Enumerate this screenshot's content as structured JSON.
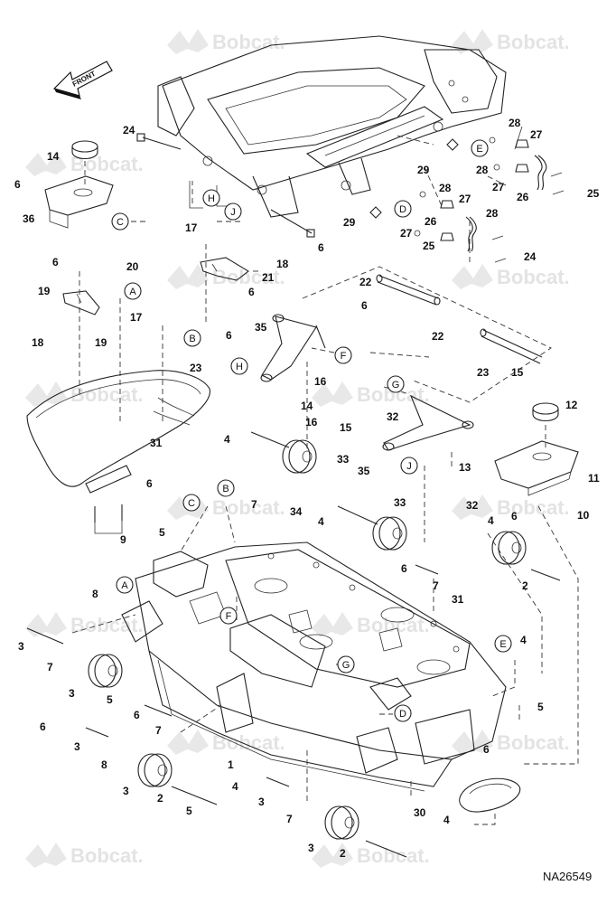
{
  "figure": {
    "reference_code": "NA26549",
    "direction_label": "FRONT",
    "watermark_text": "Bobcat."
  },
  "callouts": [
    {
      "id": "c24a",
      "text": "24"
    },
    {
      "id": "c14a",
      "text": "14"
    },
    {
      "id": "c6a",
      "text": "6"
    },
    {
      "id": "c36",
      "text": "36"
    },
    {
      "id": "c29a",
      "text": "29"
    },
    {
      "id": "c28a",
      "text": "28"
    },
    {
      "id": "c27a",
      "text": "27"
    },
    {
      "id": "c28b",
      "text": "28"
    },
    {
      "id": "c27b",
      "text": "27"
    },
    {
      "id": "c26a",
      "text": "26"
    },
    {
      "id": "c25a",
      "text": "25"
    },
    {
      "id": "c29b",
      "text": "29"
    },
    {
      "id": "c28c",
      "text": "28"
    },
    {
      "id": "c27c",
      "text": "27"
    },
    {
      "id": "c26b",
      "text": "26"
    },
    {
      "id": "c28d",
      "text": "28"
    },
    {
      "id": "c27d",
      "text": "27"
    },
    {
      "id": "c25b",
      "text": "25"
    },
    {
      "id": "c24b",
      "text": "24"
    },
    {
      "id": "c6b",
      "text": "6"
    },
    {
      "id": "c17a",
      "text": "17"
    },
    {
      "id": "c18a",
      "text": "18"
    },
    {
      "id": "c21",
      "text": "21"
    },
    {
      "id": "c6c",
      "text": "6"
    },
    {
      "id": "c6d",
      "text": "6"
    },
    {
      "id": "c20",
      "text": "20"
    },
    {
      "id": "c19a",
      "text": "19"
    },
    {
      "id": "c17b",
      "text": "17"
    },
    {
      "id": "c18b",
      "text": "18"
    },
    {
      "id": "c19b",
      "text": "19"
    },
    {
      "id": "c6e",
      "text": "6"
    },
    {
      "id": "c23a",
      "text": "23"
    },
    {
      "id": "c22a",
      "text": "22"
    },
    {
      "id": "c6f",
      "text": "6"
    },
    {
      "id": "c22b",
      "text": "22"
    },
    {
      "id": "c23b",
      "text": "23"
    },
    {
      "id": "c15a",
      "text": "15"
    },
    {
      "id": "c35a",
      "text": "35"
    },
    {
      "id": "c16a",
      "text": "16"
    },
    {
      "id": "c14b",
      "text": "14"
    },
    {
      "id": "c12",
      "text": "12"
    },
    {
      "id": "c31a",
      "text": "31"
    },
    {
      "id": "c4a",
      "text": "4"
    },
    {
      "id": "c16b",
      "text": "16"
    },
    {
      "id": "c15b",
      "text": "15"
    },
    {
      "id": "c32a",
      "text": "32"
    },
    {
      "id": "c33a",
      "text": "33"
    },
    {
      "id": "c35b",
      "text": "35"
    },
    {
      "id": "c13",
      "text": "13"
    },
    {
      "id": "c11",
      "text": "11"
    },
    {
      "id": "c6g",
      "text": "6"
    },
    {
      "id": "c10",
      "text": "10"
    },
    {
      "id": "c9",
      "text": "9"
    },
    {
      "id": "c7a",
      "text": "7"
    },
    {
      "id": "c34",
      "text": "34"
    },
    {
      "id": "c4b",
      "text": "4"
    },
    {
      "id": "c33b",
      "text": "33"
    },
    {
      "id": "c32b",
      "text": "32"
    },
    {
      "id": "c4c",
      "text": "4"
    },
    {
      "id": "c6h",
      "text": "6"
    },
    {
      "id": "c5a",
      "text": "5"
    },
    {
      "id": "c6i",
      "text": "6"
    },
    {
      "id": "c7b",
      "text": "7"
    },
    {
      "id": "c8a",
      "text": "8"
    },
    {
      "id": "c31b",
      "text": "31"
    },
    {
      "id": "c2a",
      "text": "2"
    },
    {
      "id": "c3a",
      "text": "3"
    },
    {
      "id": "c7c",
      "text": "7"
    },
    {
      "id": "c4d",
      "text": "4"
    },
    {
      "id": "c3b",
      "text": "3"
    },
    {
      "id": "c5b",
      "text": "5"
    },
    {
      "id": "c6j",
      "text": "6"
    },
    {
      "id": "c6k",
      "text": "6"
    },
    {
      "id": "c7d",
      "text": "7"
    },
    {
      "id": "c5c",
      "text": "5"
    },
    {
      "id": "c3c",
      "text": "3"
    },
    {
      "id": "c8b",
      "text": "8"
    },
    {
      "id": "c1",
      "text": "1"
    },
    {
      "id": "c6l",
      "text": "6"
    },
    {
      "id": "c4e",
      "text": "4"
    },
    {
      "id": "c3d",
      "text": "3"
    },
    {
      "id": "c2b",
      "text": "2"
    },
    {
      "id": "c5d",
      "text": "5"
    },
    {
      "id": "c3e",
      "text": "3"
    },
    {
      "id": "c7e",
      "text": "7"
    },
    {
      "id": "c30",
      "text": "30"
    },
    {
      "id": "c4f",
      "text": "4"
    },
    {
      "id": "c3f",
      "text": "3"
    },
    {
      "id": "c2c",
      "text": "2"
    }
  ],
  "connectors": [
    {
      "id": "kA1",
      "text": "A"
    },
    {
      "id": "kA2",
      "text": "A"
    },
    {
      "id": "kB1",
      "text": "B"
    },
    {
      "id": "kB2",
      "text": "B"
    },
    {
      "id": "kC1",
      "text": "C"
    },
    {
      "id": "kC2",
      "text": "C"
    },
    {
      "id": "kD1",
      "text": "D"
    },
    {
      "id": "kD2",
      "text": "D"
    },
    {
      "id": "kE1",
      "text": "E"
    },
    {
      "id": "kE2",
      "text": "E"
    },
    {
      "id": "kF1",
      "text": "F"
    },
    {
      "id": "kF2",
      "text": "F"
    },
    {
      "id": "kG1",
      "text": "G"
    },
    {
      "id": "kG2",
      "text": "G"
    },
    {
      "id": "kH1",
      "text": "H"
    },
    {
      "id": "kH2",
      "text": "H"
    },
    {
      "id": "kJ1",
      "text": "J"
    },
    {
      "id": "kJ2",
      "text": "J"
    }
  ]
}
